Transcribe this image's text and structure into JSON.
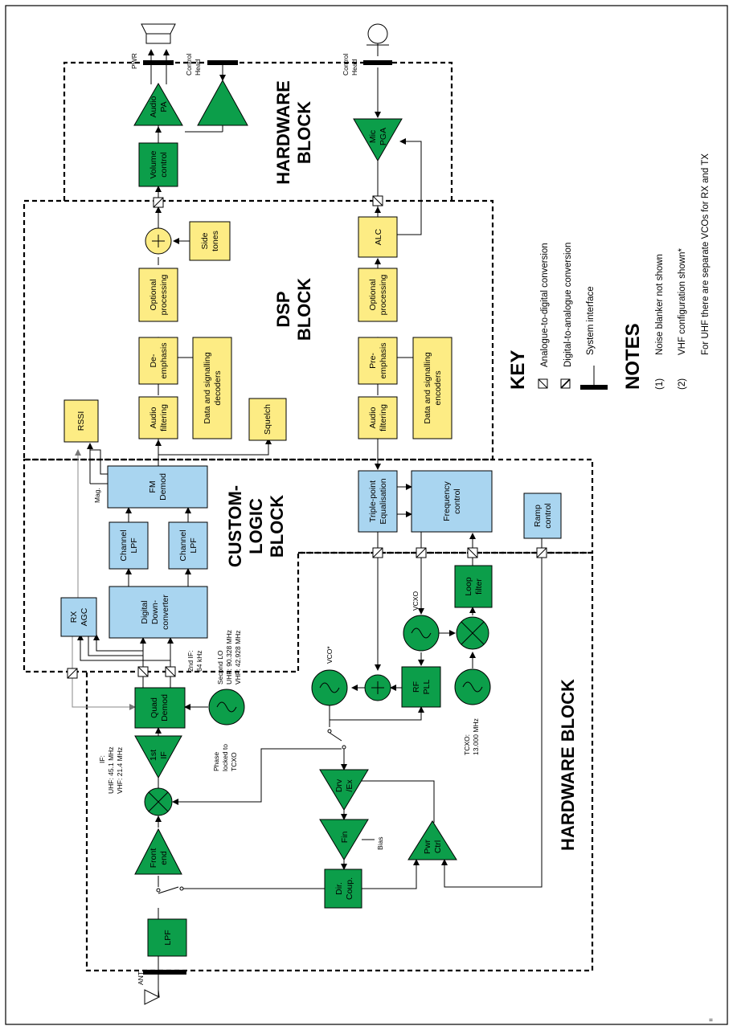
{
  "block_titles": {
    "hardware_top_1": "HARDWARE",
    "hardware_top_2": "BLOCK",
    "dsp_1": "DSP",
    "dsp_2": "BLOCK",
    "custom_1": "CUSTOM-",
    "custom_2": "LOGIC",
    "custom_3": "BLOCK",
    "hardware_bottom": "HARDWARE BLOCK"
  },
  "dsp_blocks": {
    "rssi": "RSSI",
    "audio_filtering_rx": [
      "Audio",
      "filtering"
    ],
    "deemphasis": [
      "De-",
      "emphasis"
    ],
    "optional_processing_rx": [
      "Optional",
      "processing"
    ],
    "side_tones": [
      "Side",
      "tones"
    ],
    "decoders": [
      "Data and signalling",
      "decoders"
    ],
    "squelch": "Squelch",
    "audio_filtering_tx": [
      "Audio",
      "filtering"
    ],
    "preemphasis": [
      "Pre-",
      "emphasis"
    ],
    "optional_processing_tx": [
      "Optional",
      "processing"
    ],
    "alc": "ALC",
    "encoders": [
      "Data and signalling",
      "encoders"
    ]
  },
  "custom_blocks": {
    "fm_demod": [
      "FM",
      "Demod"
    ],
    "channel_lpf_1": [
      "Channel",
      "LPF"
    ],
    "channel_lpf_2": [
      "Channel",
      "LPF"
    ],
    "rx_agc": [
      "RX",
      "AGC"
    ],
    "ddc": [
      "Digital",
      "Down-",
      "converter"
    ],
    "triple_point": [
      "Triple-point",
      "Equalisation"
    ],
    "frequency_control": [
      "Frequency",
      "control"
    ],
    "ramp_control": [
      "Ramp",
      "control"
    ]
  },
  "hardware_blocks": {
    "volume_control": [
      "Volume",
      "control"
    ],
    "audio_pa": [
      "Audio",
      "PA"
    ],
    "mic_pga": [
      "Mic",
      "PGA"
    ],
    "quad_demod": [
      "Quad",
      "Demod"
    ],
    "first_if": [
      "1st",
      "IF"
    ],
    "front_end": [
      "Front",
      "end"
    ],
    "lpf": "LPF",
    "dir_coup": [
      "Dir.",
      "Coup."
    ],
    "fin": "Fin",
    "drv_ex": [
      "Drv",
      "/Ex"
    ],
    "pwr_ctrl": [
      "Pwr",
      "Ctrl"
    ],
    "rf_pll": [
      "RF",
      "PLL"
    ],
    "loop_filter": [
      "Loop",
      "filter"
    ]
  },
  "labels": {
    "pwr": "PWR",
    "control_head_left": [
      "Control",
      "Head"
    ],
    "control_head_right": [
      "Control",
      "Head"
    ],
    "mag": "Mag.",
    "second_if": [
      "2nd IF:",
      "64 kHz"
    ],
    "second_lo": [
      "Second LO",
      "UHF: 90.328 MHz",
      "VHF: 42.928 MHz"
    ],
    "if_freq": [
      "IF:",
      "UHF: 45.1 MHz",
      "VHF: 21.4 MHz"
    ],
    "phase_locked": [
      "Phase",
      "locked to",
      "TCXO"
    ],
    "vco": "VCO*",
    "vcxo": "VCXO",
    "tcxo": [
      "TCXO:",
      "13.000 MHz"
    ],
    "bias": "Bias",
    "ant": "ANT"
  },
  "key": {
    "title": "KEY",
    "items": [
      "Analogue-to-digital conversion",
      "Digital-to-analogue conversion",
      "System interface"
    ]
  },
  "notes": {
    "title": "NOTES",
    "items": [
      {
        "num": "(1)",
        "text": "Noise blanker not shown"
      },
      {
        "num": "(2)",
        "text": "VHF configuration shown*"
      },
      {
        "num": "",
        "text": "For UHF there are separate VCOs for RX and TX"
      }
    ]
  },
  "footer_mark": "="
}
